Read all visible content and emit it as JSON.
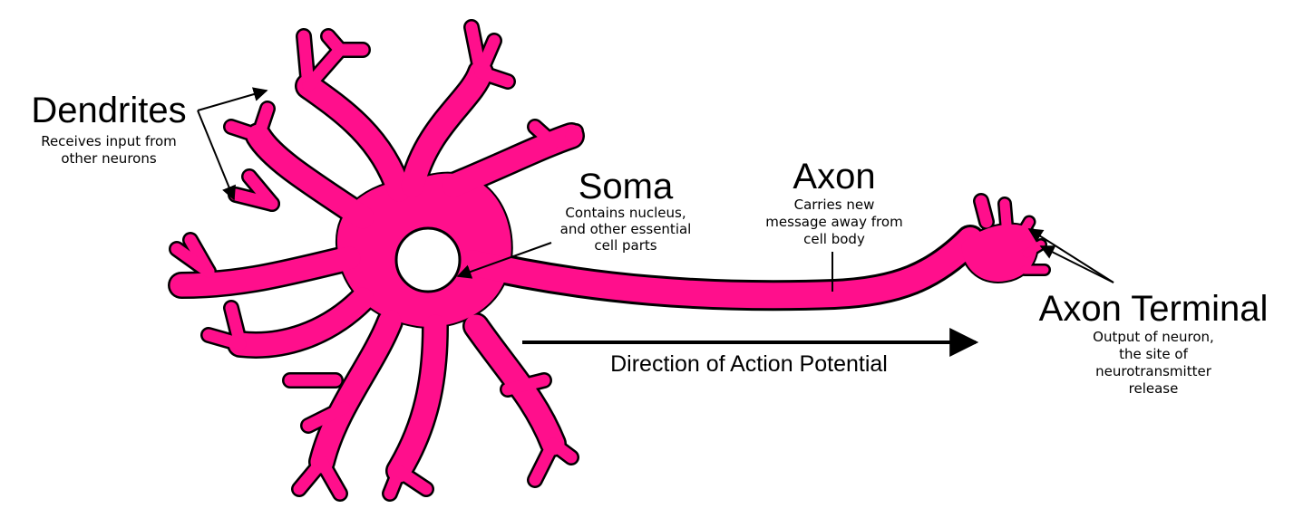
{
  "colors": {
    "neuron_fill": "#ff0f8c",
    "outline": "#000000",
    "background": "#ffffff"
  },
  "labels": {
    "dendrites": {
      "title": "Dendrites",
      "lines": [
        "Receives input from",
        "other neurons"
      ]
    },
    "soma": {
      "title": "Soma",
      "lines": [
        "Contains nucleus,",
        "and other essential",
        "cell parts"
      ]
    },
    "axon": {
      "title": "Axon",
      "lines": [
        "Carries new",
        "message away from",
        "cell body"
      ]
    },
    "axon_terminal": {
      "title": "Axon Terminal",
      "lines": [
        "Output of neuron,",
        "the site of",
        "neurotransmitter",
        "release"
      ]
    },
    "direction": "Direction of Action Potential"
  }
}
